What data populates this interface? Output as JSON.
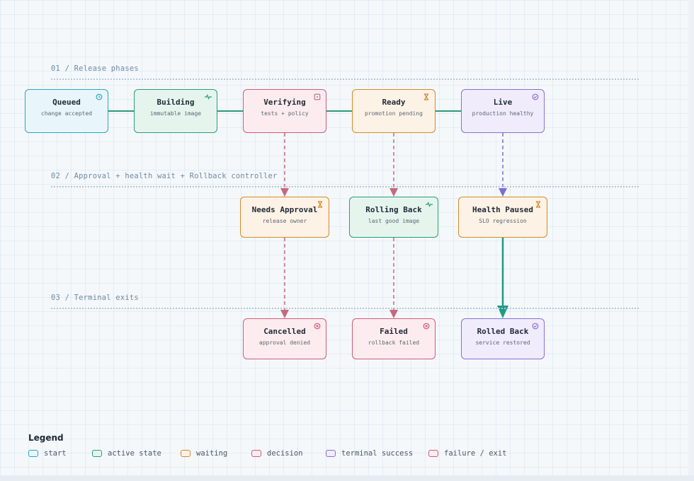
{
  "sections": [
    {
      "title": "01 / Release phases"
    },
    {
      "title": "02 / Approval + health wait + Rollback controller"
    },
    {
      "title": "03 / Terminal exits"
    }
  ],
  "nodes": {
    "queued": {
      "title": "Queued",
      "sub": "change accepted",
      "icon": "clock-icon"
    },
    "building": {
      "title": "Building",
      "sub": "immutable image",
      "icon": "pulse-icon"
    },
    "verifying": {
      "title": "Verifying",
      "sub": "tests + policy",
      "icon": "square-icon"
    },
    "ready": {
      "title": "Ready",
      "sub": "promotion pending",
      "icon": "hourglass-icon"
    },
    "live": {
      "title": "Live",
      "sub": "production healthy",
      "icon": "check-circle-icon"
    },
    "needs_approval": {
      "title": "Needs Approval",
      "sub": "release owner",
      "icon": "hourglass-icon"
    },
    "rolling_back": {
      "title": "Rolling Back",
      "sub": "last good image",
      "icon": "pulse-icon"
    },
    "health_paused": {
      "title": "Health Paused",
      "sub": "SLO regression",
      "icon": "hourglass-icon"
    },
    "cancelled": {
      "title": "Cancelled",
      "sub": "approval denied",
      "icon": "x-circle-icon"
    },
    "failed": {
      "title": "Failed",
      "sub": "rollback failed",
      "icon": "x-circle-icon"
    },
    "rolled_back": {
      "title": "Rolled Back",
      "sub": "service restored",
      "icon": "check-circle-icon"
    }
  },
  "legend": {
    "title": "Legend",
    "items": [
      {
        "label": "start"
      },
      {
        "label": "active state"
      },
      {
        "label": "waiting"
      },
      {
        "label": "decision"
      },
      {
        "label": "terminal success"
      },
      {
        "label": "failure / exit"
      }
    ]
  },
  "colors": {
    "start": "#2aa6bf",
    "active": "#2a9c7a",
    "waiting": "#d28a2c",
    "decision": "#d05b78",
    "success": "#8a6fcf",
    "failure": "#d05b78",
    "connector": "#2a9c7a",
    "dashed_red": "#c4697f",
    "dashed_purple": "#7b6fd6"
  }
}
